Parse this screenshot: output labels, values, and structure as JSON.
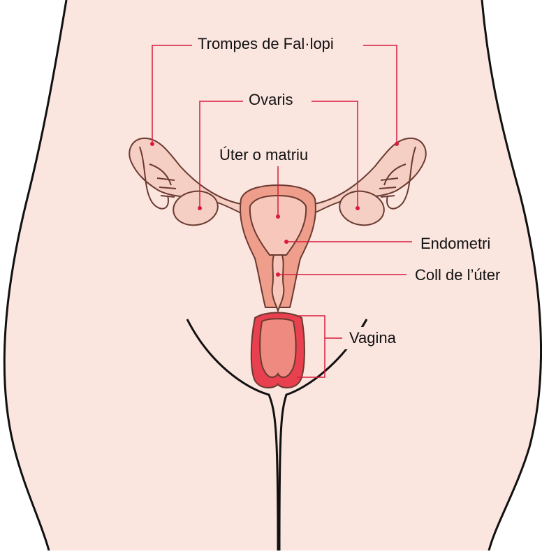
{
  "colors": {
    "skin": "#fbe5df",
    "body_outline": "#111111",
    "leader_line": "#d81b3c",
    "uterus_outer": "#ef9e8c",
    "uterus_inner": "#f7c7bb",
    "tube": "#f6cfc4",
    "vagina_outer": "#e8404f",
    "vagina_inner": "#ee8a7f"
  },
  "labels": {
    "fallopian_tubes": "Trompes de Fal·lopi",
    "ovaries": "Ovaris",
    "uterus": "Úter o matriu",
    "endometrium": "Endometri",
    "cervix": "Coll de l’úter",
    "vagina": "Vagina"
  }
}
